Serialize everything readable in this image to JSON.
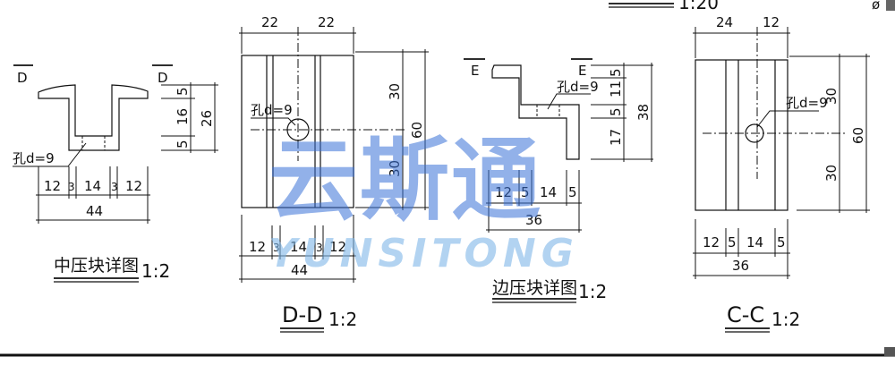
{
  "header": {
    "scale": "1:20",
    "symbol": "ø"
  },
  "middle_block": {
    "section_left": "D",
    "section_right": "D",
    "hole": "孔d=9",
    "bottom_dims": [
      "12",
      "3",
      "14",
      "3",
      "12"
    ],
    "bottom_total": "44",
    "right_dims": [
      "5",
      "16",
      "5"
    ],
    "right_total": "26",
    "title": "中压块详图",
    "scale": "1:2"
  },
  "section_dd": {
    "top_dims": [
      "22",
      "22"
    ],
    "hole": "孔d=9",
    "right_dims": [
      "30",
      "30"
    ],
    "right_total": "60",
    "bottom_dims": [
      "12",
      "3",
      "14",
      "3",
      "12"
    ],
    "bottom_total": "44",
    "title": "D-D",
    "scale": "1:2"
  },
  "edge_block": {
    "section_left": "E",
    "section_right": "E",
    "hole": "孔d=9",
    "right_dims": [
      "5",
      "11",
      "5",
      "17"
    ],
    "right_total": "38",
    "bottom_dims": [
      "12",
      "5",
      "14",
      "5"
    ],
    "bottom_total": "36",
    "title": "边压块详图",
    "scale": "1:2"
  },
  "section_cc": {
    "top_dims": [
      "24",
      "12"
    ],
    "hole": "孔d=9",
    "right_dims": [
      "30",
      "30"
    ],
    "right_total": "60",
    "bottom_dims": [
      "12",
      "5",
      "14",
      "5"
    ],
    "bottom_total": "36",
    "title": "C-C",
    "scale": "1:2"
  },
  "watermark": {
    "cn": "云斯通",
    "en": "YUNSITONG"
  }
}
